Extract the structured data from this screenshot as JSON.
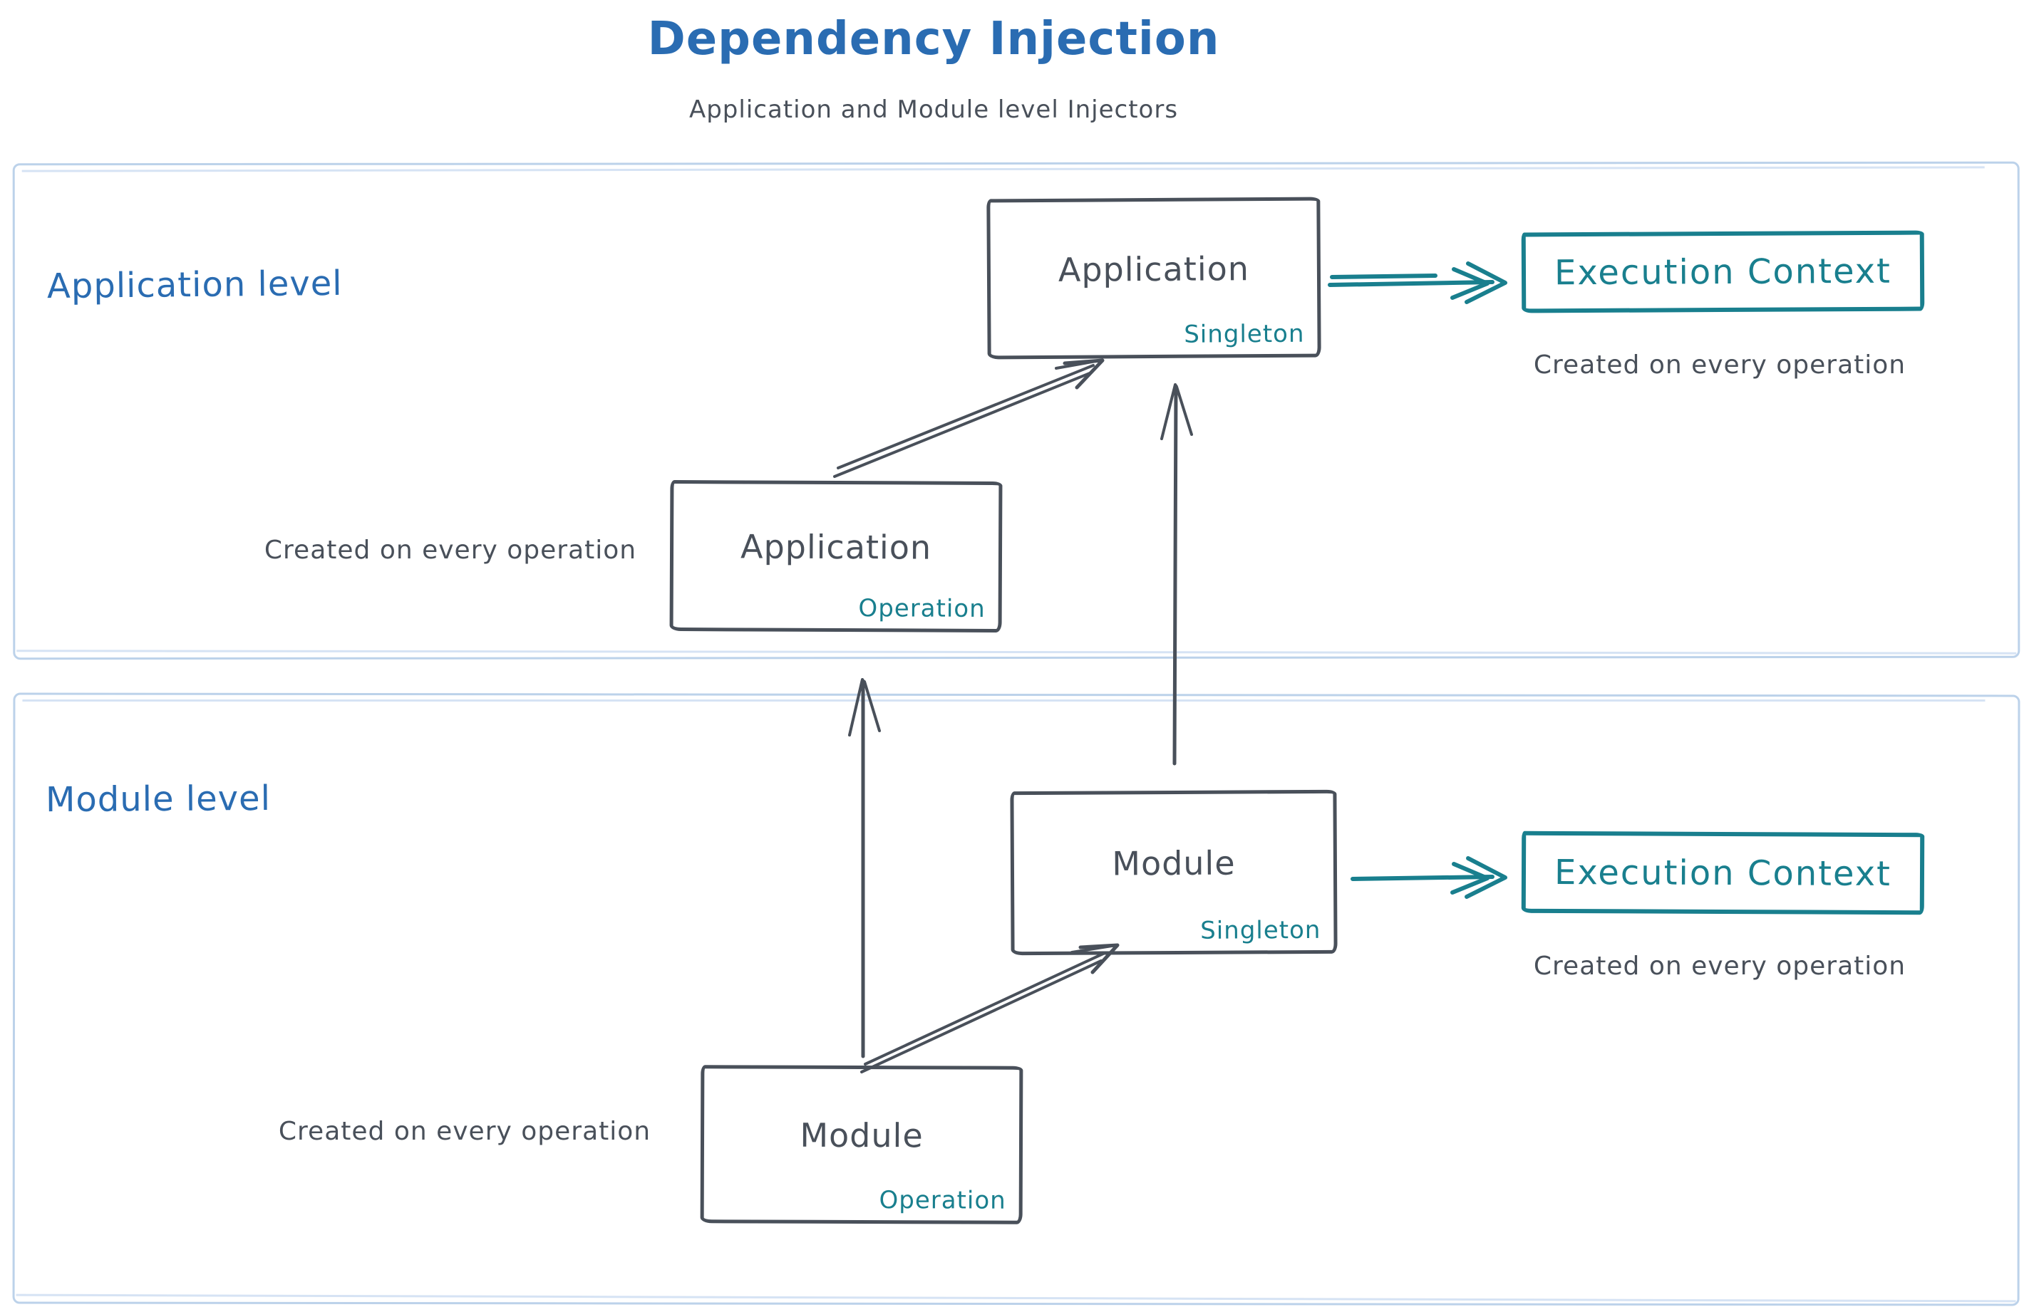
{
  "header": {
    "title": "Dependency Injection",
    "subtitle": "Application and Module level Injectors"
  },
  "colors": {
    "title_blue": "#2a6cb2",
    "dark_ink": "#49505a",
    "teal_accent": "#197f8e",
    "container_border_blue": "#bcd2ea"
  },
  "application_level": {
    "label": "Application level",
    "singleton_box": {
      "name": "Application",
      "scope": "Singleton"
    },
    "operation_box": {
      "name": "Application",
      "scope": "Operation"
    },
    "operation_caption": "Created on every operation",
    "execution_context": {
      "title": "Execution Context",
      "caption": "Created on every operation"
    }
  },
  "module_level": {
    "label": "Module level",
    "singleton_box": {
      "name": "Module",
      "scope": "Singleton"
    },
    "operation_box": {
      "name": "Module",
      "scope": "Operation"
    },
    "operation_caption": "Created on every operation",
    "execution_context": {
      "title": "Execution Context",
      "caption": "Created on every operation"
    }
  }
}
